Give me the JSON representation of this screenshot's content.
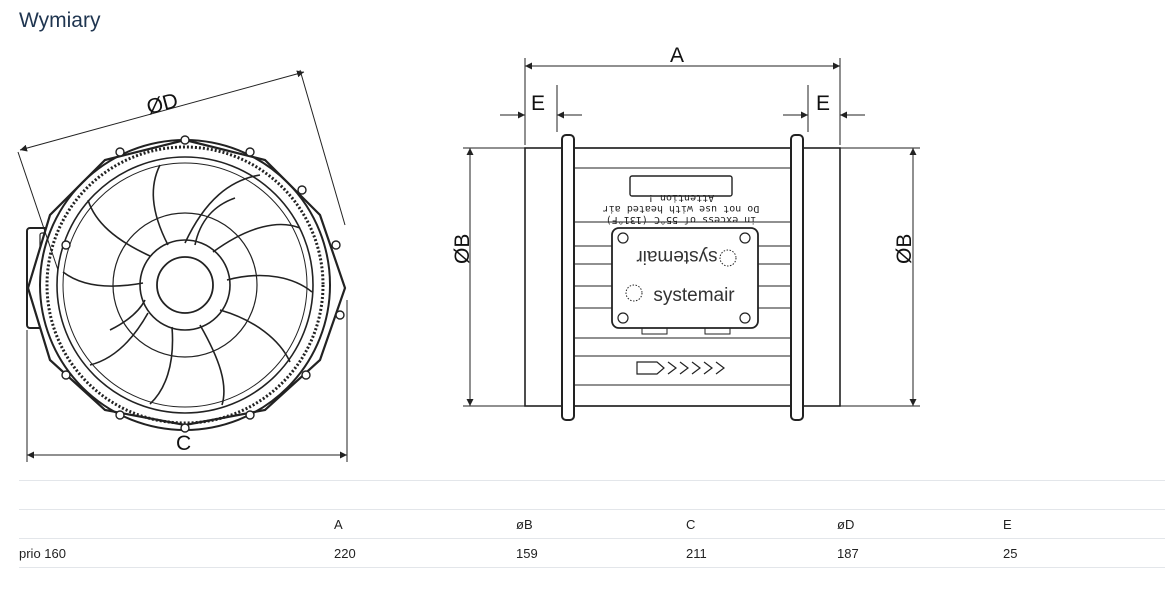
{
  "page": {
    "title": "Wymiary"
  },
  "drawing": {
    "labels": {
      "d": "ØD",
      "c": "C",
      "a": "A",
      "e_left": "E",
      "e_right": "E",
      "b_left": "ØB",
      "b_right": "ØB"
    },
    "warning": {
      "line1": "Attention !",
      "line2": "Do not use with heated air",
      "line3": "in excess of 55°C (131°F)"
    },
    "brand": "systemair"
  },
  "table": {
    "headers": [
      "",
      "A",
      "øB",
      "C",
      "øD",
      "E"
    ],
    "rows": [
      [
        "prio 160",
        "220",
        "159",
        "211",
        "187",
        "25"
      ]
    ]
  }
}
